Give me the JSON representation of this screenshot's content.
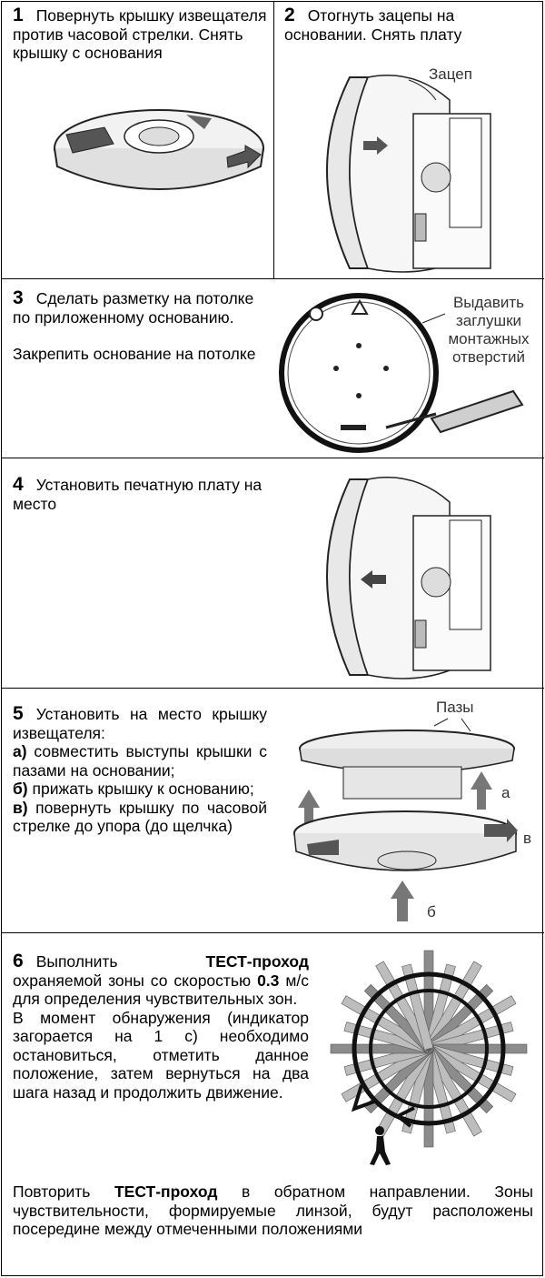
{
  "step1": {
    "num": "1",
    "text": "Повернуть крышку извещателя против часовой стрелки. Снять крышку с основания"
  },
  "step2": {
    "num": "2",
    "text": "Отогнуть зацепы на основании.  Снять плату",
    "label_hook": "Зацеп"
  },
  "step3": {
    "num": "3",
    "text": "Сделать разметку на потолке по приложенному основанию.",
    "text2": "Закрепить основание на потолке",
    "label": "Выдавить заглушки монтажных отверстий"
  },
  "step4": {
    "num": "4",
    "text": "Установить печатную плату на место"
  },
  "step5": {
    "num": "5",
    "text": "Установить на место крышку извещателя:",
    "a_mark": "а)",
    "a_text": "совместить выступы крышки с пазами на основании;",
    "b_mark": "б)",
    "b_text": "прижать крышку к основанию;",
    "c_mark": "в)",
    "c_text": "повернуть крышку по часовой стрелке до упора (до щелчка)",
    "label_slots": "Пазы",
    "fig_a": "а",
    "fig_b": "б",
    "fig_c": "в"
  },
  "step6": {
    "num": "6",
    "t1": "Выполнить",
    "t1b": "ТЕСТ-проход",
    "t2": "охраняемой зоны со скоростью",
    "speed": "0.3",
    "t3": "м/с для определения чувствительных зон.",
    "t4": "В момент обнаружения (индикатор загорается на 1 с) необходимо остановиться, отметить данное положение, затем вернуться на два шага назад и продолжить движение.",
    "r1": "Повторить",
    "r1b": "ТЕСТ-проход",
    "r2": "в обратном направлении. Зоны чувствительности, формируемые линзой, будут расположены посередине между отмеченными положениями"
  }
}
